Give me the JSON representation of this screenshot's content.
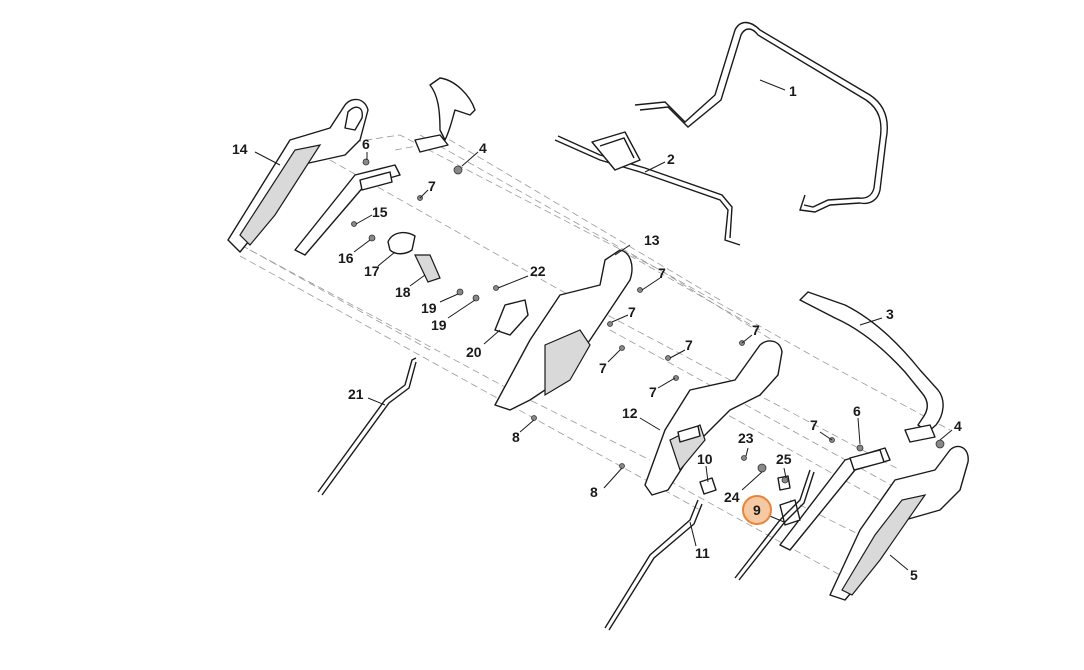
{
  "diagram": {
    "highlight_color": "#e8843a",
    "highlighted_label": "9",
    "callouts": [
      "1",
      "2",
      "3",
      "4",
      "4",
      "5",
      "6",
      "6",
      "7",
      "7",
      "7",
      "7",
      "7",
      "7",
      "7",
      "7",
      "8",
      "8",
      "9",
      "10",
      "11",
      "12",
      "13",
      "14",
      "15",
      "16",
      "17",
      "18",
      "19",
      "19",
      "20",
      "21",
      "22",
      "23",
      "24",
      "25"
    ]
  }
}
